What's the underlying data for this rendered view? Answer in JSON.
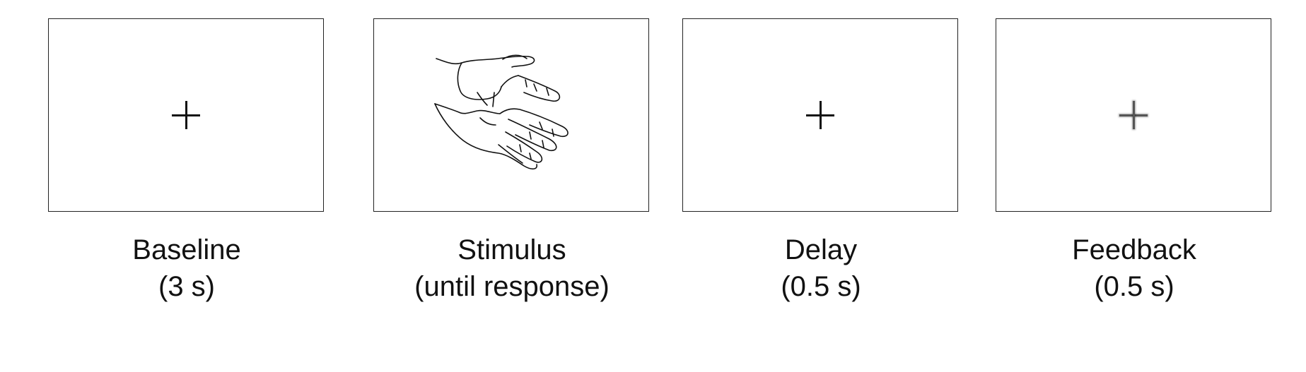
{
  "panels": [
    {
      "title": "Baseline",
      "duration": "(3 s)"
    },
    {
      "title": "Stimulus",
      "duration": "(until response)"
    },
    {
      "title": "Delay",
      "duration": "(0.5 s)"
    },
    {
      "title": "Feedback",
      "duration": "(0.5 s)"
    }
  ]
}
